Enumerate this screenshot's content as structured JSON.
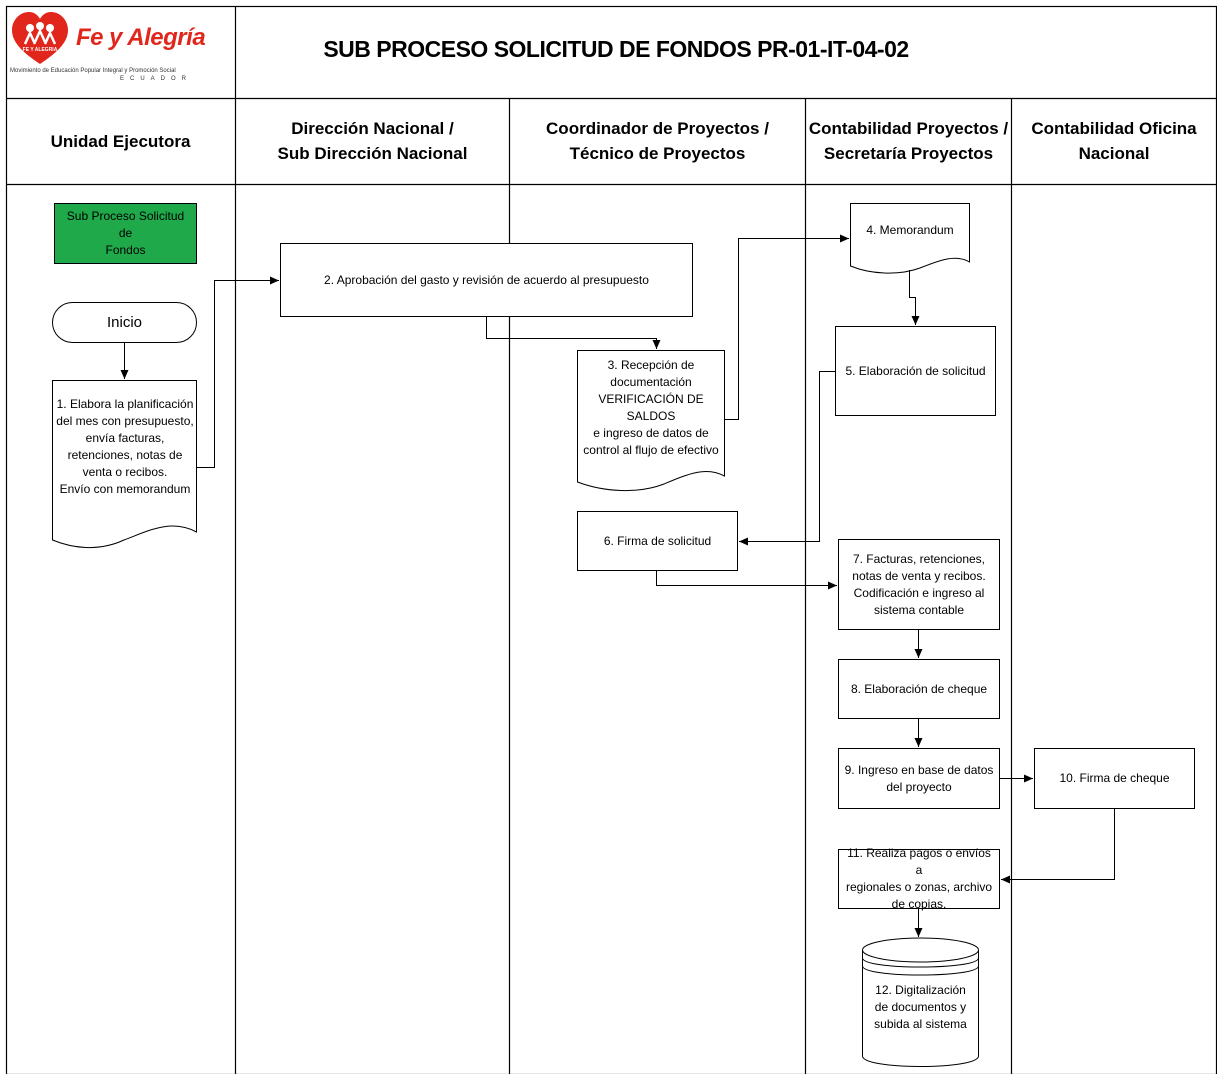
{
  "header": {
    "logo_name": "Fe y Alegría",
    "logo_badge": "FE Y ALEGRIA",
    "logo_tagline": "Movimiento de Educación Popular Integral y Promoción Social",
    "logo_country": "ECUADOR",
    "title": "SUB PROCESO SOLICITUD DE FONDOS PR-01-IT-04-02"
  },
  "lanes": [
    {
      "line1": "Unidad Ejecutora",
      "line2": ""
    },
    {
      "line1": "Dirección Nacional /",
      "line2": "Sub Dirección Nacional"
    },
    {
      "line1": "Coordinador de Proyectos /",
      "line2": "Técnico de Proyectos"
    },
    {
      "line1": "Contabilidad Proyectos /",
      "line2": "Secretaría Proyectos"
    },
    {
      "line1": "Contabilidad Oficina",
      "line2": "Nacional"
    }
  ],
  "nodes": {
    "subproceso": {
      "lines": [
        "Sub Proceso Solicitud de",
        "Fondos"
      ],
      "fill": "#1fa94a"
    },
    "inicio": {
      "label": "Inicio"
    },
    "s1": {
      "lines": [
        "1. Elabora la planificación",
        "del mes con presupuesto,",
        "envía facturas,",
        "retenciones, notas de",
        "venta o recibos.",
        "Envío con memorandum"
      ]
    },
    "s2": {
      "label": "2. Aprobación del gasto y revisión de acuerdo al presupuesto"
    },
    "s3": {
      "lines": [
        "3. Recepción de",
        "documentación",
        "VERIFICACIÓN DE SALDOS",
        "e ingreso de datos de",
        "control al flujo de efectivo"
      ]
    },
    "s4": {
      "label": "4. Memorandum"
    },
    "s5": {
      "label": "5. Elaboración de solicitud"
    },
    "s6": {
      "label": "6. Firma de solicitud"
    },
    "s7": {
      "lines": [
        "7. Facturas, retenciones,",
        "notas de venta y recibos.",
        "Codificación e ingreso al",
        "sistema contable"
      ]
    },
    "s8": {
      "label": "8. Elaboración de cheque"
    },
    "s9": {
      "lines": [
        "9. Ingreso en base de datos",
        "del proyecto"
      ]
    },
    "s10": {
      "label": "10. Firma de cheque"
    },
    "s11": {
      "lines": [
        "11. Realiza pagos o envíos a",
        "regionales o zonas, archivo",
        "de copias."
      ]
    },
    "s12": {
      "lines": [
        "12. Digitalización",
        "de documentos y",
        "subida al sistema"
      ]
    }
  },
  "colors": {
    "brand": "#e1261c",
    "subprocess_fill": "#1fa94a",
    "line": "#000000"
  }
}
